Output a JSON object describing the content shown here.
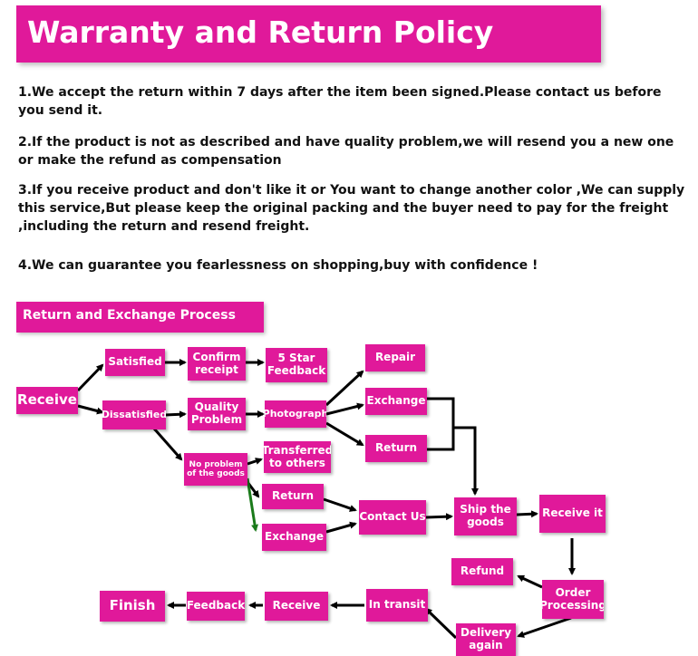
{
  "title": "Warranty and Return Policy",
  "policy_items": [
    "1.We accept the return within 7 days after the item been signed.Please contact us before you send it.",
    "2.If the product is not as described and have quality problem,we will resend you a new one or make the refund as compensation",
    "3.If you receive product and don't like it or You want to change another color ,We can supply this service,But please keep the original packing and the buyer need to pay for the freight ,including the return and resend freight.",
    "4.We can guarantee you fearlessness on shopping,buy with confidence !"
  ],
  "process": {
    "title": "Return and Exchange Process",
    "nodes": {
      "receive": "Receive",
      "satisfied": "Satisfied",
      "confirm_receipt": "Confirm\nreceipt",
      "five_star_feedback": "5 Star\nFeedback",
      "dissatisfied": "Dissatisfied",
      "quality_problem": "Quality\nProblem",
      "photograph": "Photograph",
      "repair": "Repair",
      "exchange_top": "Exchange",
      "return_top": "Return",
      "no_problem": "No problem\nof the goods",
      "transferred": "Transferred\nto others",
      "return_mid": "Return",
      "exchange_mid": "Exchange",
      "contact_us": "Contact Us",
      "ship_goods": "Ship the\ngoods",
      "receive_it": "Receive it",
      "refund": "Refund",
      "order_processing": "Order\nProcessing",
      "delivery_again": "Delivery\nagain",
      "in_transit": "In transit",
      "receive_bottom": "Receive",
      "feedback": "Feedback",
      "finish": "Finish"
    }
  },
  "colors": {
    "accent": "#e0199a",
    "arrow": "#000000",
    "arrow_green": "#1a7a1a"
  }
}
